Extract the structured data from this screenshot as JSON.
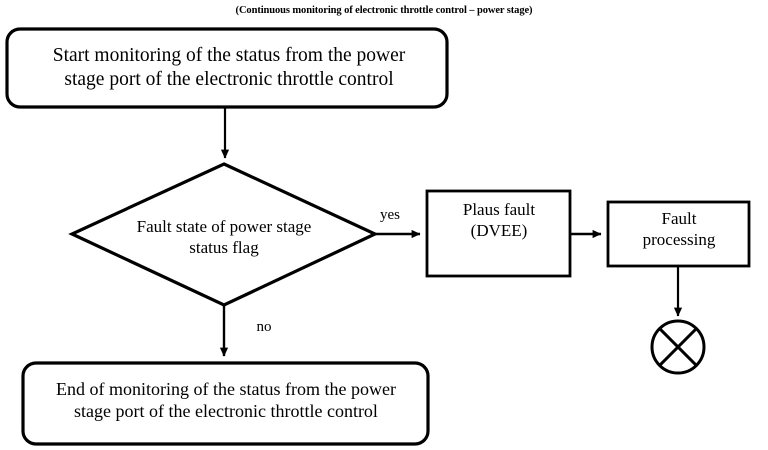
{
  "diagram": {
    "title": "(Continuous monitoring of electronic throttle control – power stage)",
    "background_color": "#ffffff",
    "stroke_color": "#000000",
    "nodes": {
      "start": {
        "shape": "rounded-rectangle",
        "label": "Start monitoring of the status from the power\nstage port of the electronic throttle control"
      },
      "decision": {
        "shape": "diamond",
        "label": "Fault state of power stage\nstatus flag"
      },
      "plaus_fault": {
        "shape": "rectangle",
        "label": "Plaus fault\n(DVEE)"
      },
      "fault_processing": {
        "shape": "rectangle",
        "label": "Fault\nprocessing"
      },
      "terminator": {
        "shape": "circle-with-cross",
        "label": ""
      },
      "end": {
        "shape": "rounded-rectangle",
        "label": "End of monitoring of the status from the power\nstage port of the electronic throttle control"
      }
    },
    "edges": [
      {
        "from": "start",
        "to": "decision",
        "label": ""
      },
      {
        "from": "decision",
        "to": "plaus_fault",
        "label": "yes"
      },
      {
        "from": "decision",
        "to": "end",
        "label": "no"
      },
      {
        "from": "plaus_fault",
        "to": "fault_processing",
        "label": ""
      },
      {
        "from": "fault_processing",
        "to": "terminator",
        "label": ""
      }
    ]
  }
}
